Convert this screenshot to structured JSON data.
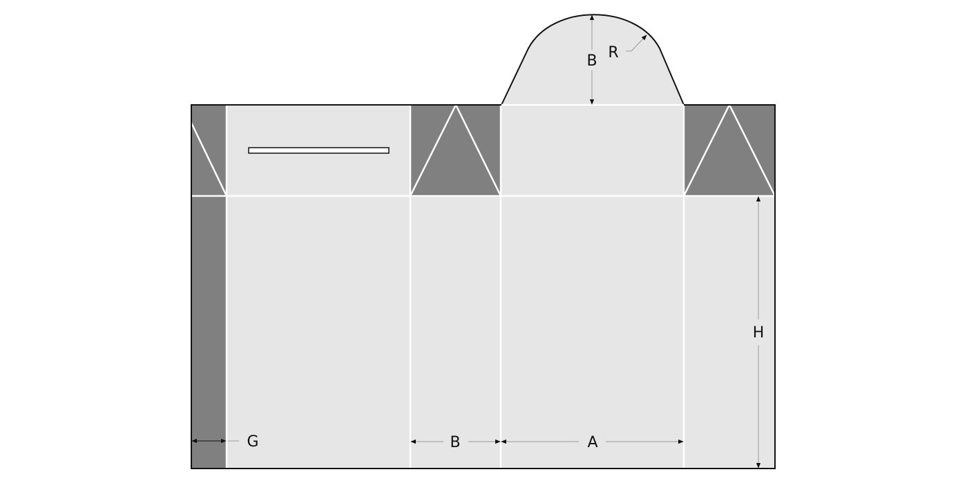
{
  "diagram": {
    "type": "packaging-dieline",
    "colors": {
      "panel": "#e6e6e6",
      "flap": "#808080",
      "fold": "#ffffff",
      "cut": "#111111",
      "dimension": "#999999",
      "slot": "#ffffff"
    },
    "labels": {
      "handle_height": "B",
      "handle_radius": "R",
      "glue_flap_width": "G",
      "side_width": "B",
      "front_width": "A",
      "height": "H"
    }
  }
}
